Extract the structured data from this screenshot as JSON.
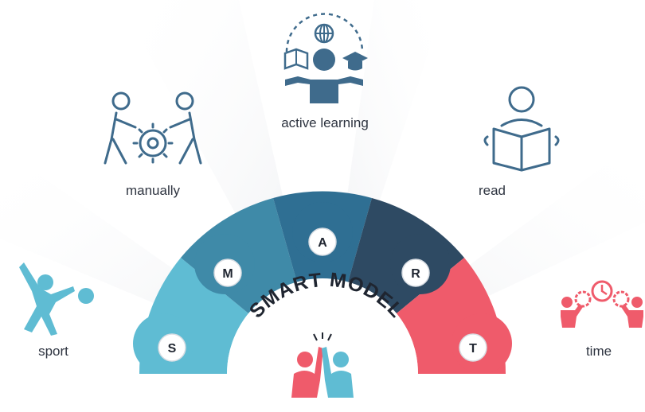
{
  "center_title": "SMART MODEL",
  "segments": [
    {
      "letter": "S",
      "color": "#5fbcd3"
    },
    {
      "letter": "M",
      "color": "#3f8aa8"
    },
    {
      "letter": "A",
      "color": "#2f6f93"
    },
    {
      "letter": "R",
      "color": "#2e4a63"
    },
    {
      "letter": "T",
      "color": "#ef5b6b"
    }
  ],
  "labels": {
    "sport": "sport",
    "manually": "manually",
    "active_learning": "active learning",
    "read": "read",
    "time": "time"
  },
  "icons": {
    "sport": "soccer-player-icon",
    "manually": "people-gears-icon",
    "active_learning": "learner-globe-books-icon",
    "read": "person-reading-icon",
    "time": "people-clock-gears-icon",
    "center": "high-five-icon"
  },
  "colors": {
    "ink": "#2e3440",
    "teal": "#5fbcd3",
    "navy": "#2e4a63",
    "coral": "#ef5b6b",
    "steel": "#3f6b8c"
  }
}
